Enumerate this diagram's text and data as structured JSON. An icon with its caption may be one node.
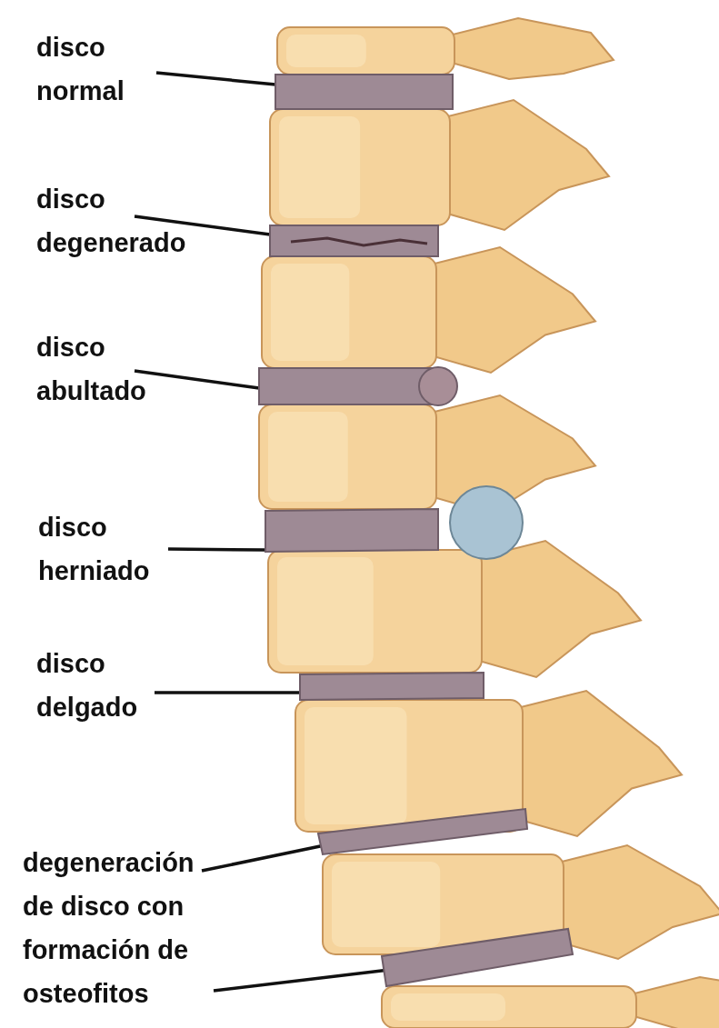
{
  "diagram": {
    "nodes": [
      {
        "text": [
          "disco normal"
        ]
      },
      {
        "text": [],
        "shape": "bar"
      },
      {
        "text": [
          "disco degenerado"
        ]
      },
      {
        "text": [],
        "shape": "bar"
      },
      {
        "text": [
          "disco abultado"
        ]
      },
      {
        "text": [],
        "shape": "bar"
      },
      {
        "text": [
          "disco herniado"
        ]
      },
      {
        "text": [],
        "shape": "bar"
      },
      {
        "text": [
          "disco delgado"
        ]
      },
      {
        "text": [],
        "shape": "bar"
      },
      {
        "text": [
          "degeneración de disco con formación de osteofitos"
        ]
      },
      {
        "text": [],
        "shape": "bar"
      },
      {
        "text": [],
        "shape": "bar"
      }
    ],
    "edges": [
      {
        "from": 0,
        "to": 1,
        "arrow": "none"
      },
      {
        "from": 2,
        "to": 3,
        "arrow": "none"
      },
      {
        "from": 4,
        "to": 5,
        "arrow": "none"
      },
      {
        "from": 6,
        "to": 7,
        "arrow": "none"
      },
      {
        "from": 8,
        "to": 9,
        "arrow": "none"
      },
      {
        "from": 10,
        "to": 11,
        "arrow": "none"
      },
      {
        "from": 10,
        "to": 12,
        "arrow": "none"
      }
    ]
  }
}
